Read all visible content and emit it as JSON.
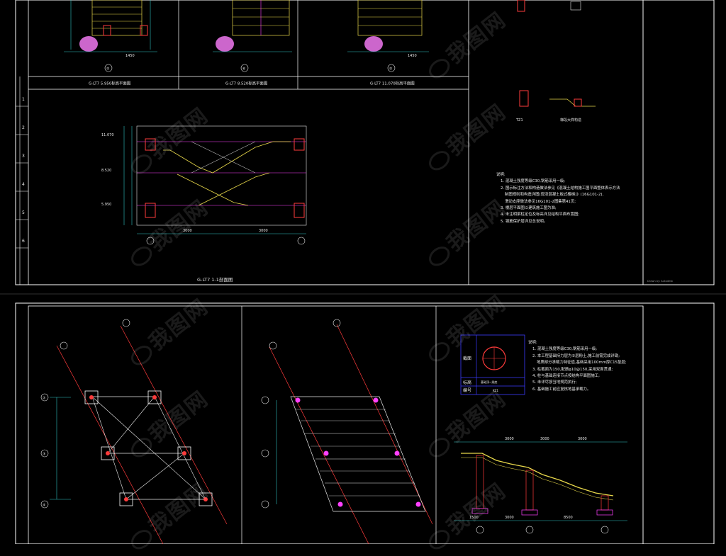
{
  "colors": {
    "background": "#000000",
    "frame": "#ffffff",
    "stair": "#e8d84a",
    "column": "#ff3b3b",
    "beam": "#ff40ff",
    "dim": "#2ec4c4",
    "text": "#e8e8e8",
    "table_border": "#3b3bff",
    "fill_blob": "#cc66cc"
  },
  "top_sheet": {
    "plan_titles": [
      "G-LT7 5.950标高平面图",
      "G-LT7 8.520标高平面图",
      "G-LT7 11.070标高平面图"
    ],
    "section_title": "G-LT7 1-1剖面图",
    "detail_title": "梯段大样构造",
    "detail_tag_left": "TZ1",
    "plan_dim": "1450",
    "plan_dim_small": "1450",
    "axis_labels": [
      "⑤",
      "⑥",
      "⑤"
    ],
    "section_levels": [
      "11.070",
      "8.520",
      "5.950"
    ],
    "section_dims": [
      "3000",
      "3000"
    ],
    "notes_heading": "说明:",
    "notes": [
      "1. 混凝土强度等级C30,钢筋采用一级;",
      "2. 图示标注方法和构造做法参见《混凝土结构施工图平面整体表示方法",
      "制图规则和构造详图(现浇混凝土板式楼梯)》(16G101-2),",
      "滑动支座做法参见16G101-2图集第41页;",
      "3. 楼层平面图以建筑施工图为准;",
      "4. 未注明梁柱定位及标高详见结构平面布置图;",
      "5. 钢筋保护层详见总说明。"
    ],
    "footer": "Drawn by: Autodesk"
  },
  "bottom_sheet": {
    "axis_labels": [
      "①",
      "②",
      "③",
      "④",
      "⑤"
    ],
    "dims": [
      "3000",
      "1500",
      "3000",
      "8500"
    ],
    "table": {
      "row_labels": [
        "截面",
        "标高",
        "编号"
      ],
      "values": [
        "基础顶~梁底",
        "KZ1"
      ]
    },
    "notes_heading": "说明:",
    "notes": [
      "1. 混凝土强度等级C30,钢筋采用一级;",
      "2. 本工程基础持力层为②层粉土,施工前需完成详勘;",
      "地质部分承载力特征值,基础采用100mm厚C15垫层;",
      "3. 柱截面为150,配筋φ10@150,采用双面贯通;",
      "4. 柱与基础连接节点按结构平面图施工;",
      "5. 未详尽按当地规范执行;",
      "6. 基础施工前应复核地基承载力。"
    ]
  },
  "sheet_number_col": [
    "1",
    "2",
    "3",
    "4",
    "5",
    "6"
  ],
  "watermark": "我图网"
}
